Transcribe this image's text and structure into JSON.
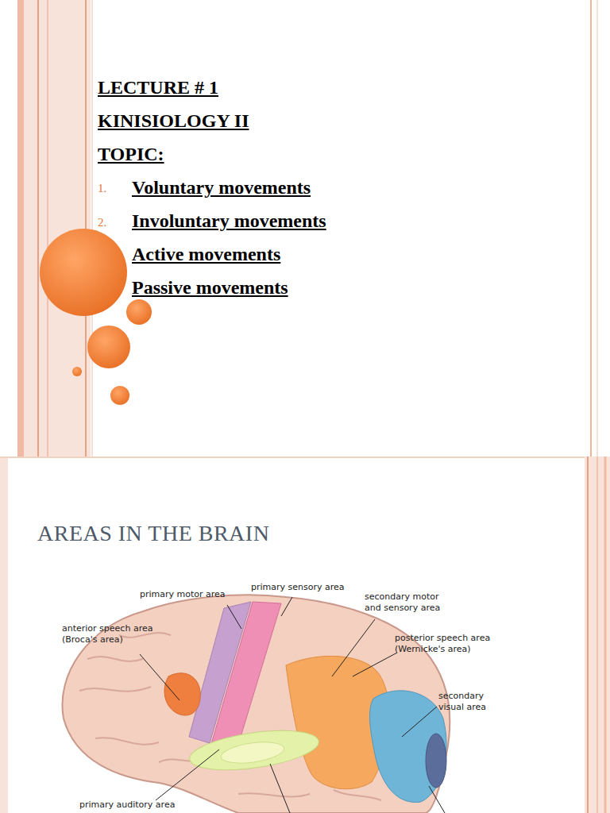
{
  "diagram": {
    "labels": [
      "LECTURE # 1",
      "KINISIOLOGY II",
      "TOPIC:",
      "1.",
      "Voluntary movements",
      "2.",
      "Involuntary movements",
      "Active movements",
      "Passive movements",
      "AREAS IN THE BRAIN",
      "primary motor area",
      "primary sensory area",
      "secondary motor and sensory area",
      "anterior speech area (Broca's area)",
      "posterior speech area (Wernicke's area)",
      "secondary visual area",
      "primary auditory area"
    ]
  }
}
